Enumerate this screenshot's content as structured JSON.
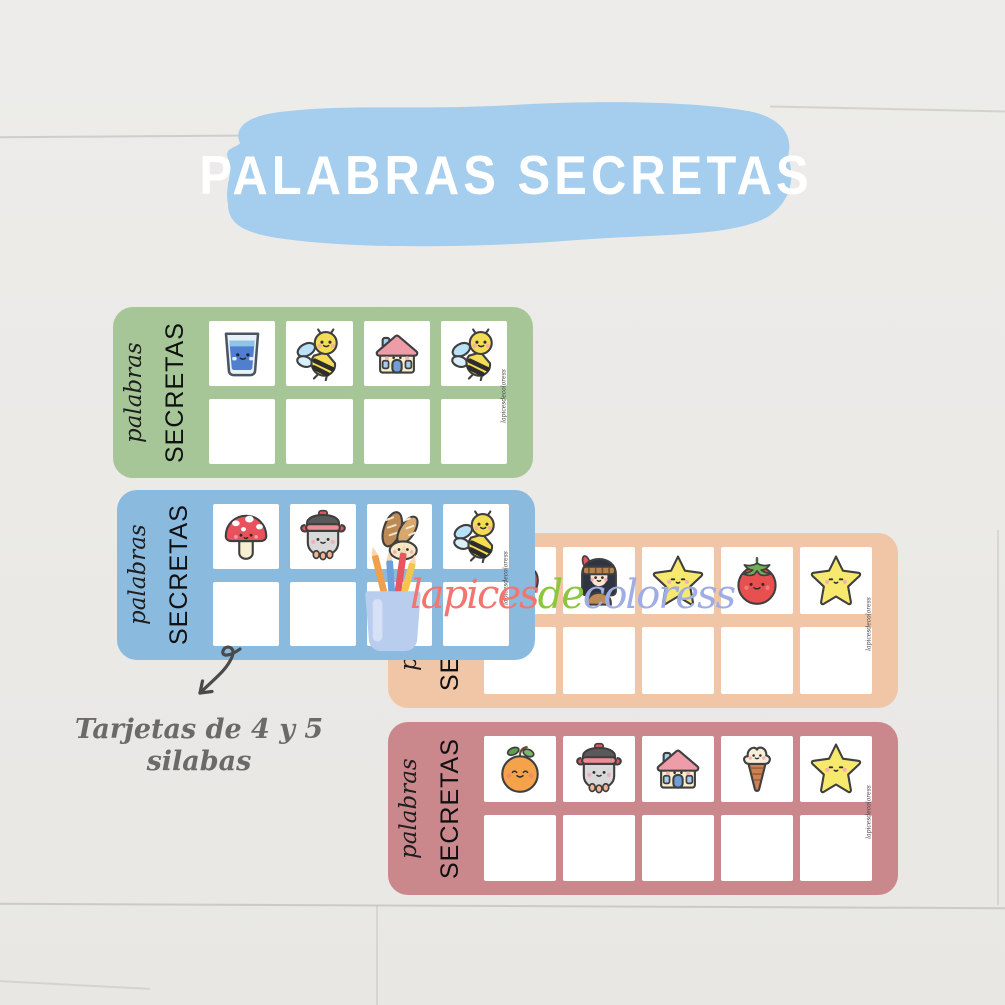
{
  "page": {
    "background_color": "#ECEBE8"
  },
  "title": {
    "text": "PALABRAS SECRETAS",
    "brush_color": "#A5CDED",
    "text_color": "#FFFFFF"
  },
  "watermark": {
    "icon": "pencil-cup-icon",
    "parts": [
      {
        "text": "lapices",
        "color": "#F2756F"
      },
      {
        "text": "de",
        "color": "#8CC63E"
      },
      {
        "text": "coloress",
        "color": "#9FADE4"
      }
    ]
  },
  "caption": {
    "line1": "Tarjetas de 4 y 5",
    "line2": "silabas",
    "color": "#6A6A6A"
  },
  "cards": [
    {
      "id": "green",
      "color": "#A6C697",
      "label_script": "palabras",
      "label_caps": "SECRETAS",
      "signature": "lapicesdecoloress",
      "columns": 4,
      "icons": [
        "glass-of-water",
        "bee",
        "house",
        "bee"
      ]
    },
    {
      "id": "blue",
      "color": "#8BBADF",
      "label_script": "palabras",
      "label_caps": "SECRETAS",
      "signature": "lapicesdecoloress",
      "columns": 4,
      "icons": [
        "mushroom",
        "cooking-pot",
        "bread",
        "bee"
      ]
    },
    {
      "id": "peach",
      "color": "#F1C6A6",
      "label_script": "palabras",
      "label_caps": "SECRETAS",
      "signature": "lapicesdecoloress",
      "columns": 5,
      "icons": [
        "apple",
        "native-girl",
        "star",
        "tomato",
        "star"
      ]
    },
    {
      "id": "pink",
      "color": "#CA878C",
      "label_script": "palabras",
      "label_caps": "SECRETAS",
      "signature": "lapicesdecoloress",
      "columns": 5,
      "icons": [
        "orange",
        "cooking-pot",
        "house",
        "ice-cream",
        "star"
      ]
    }
  ]
}
